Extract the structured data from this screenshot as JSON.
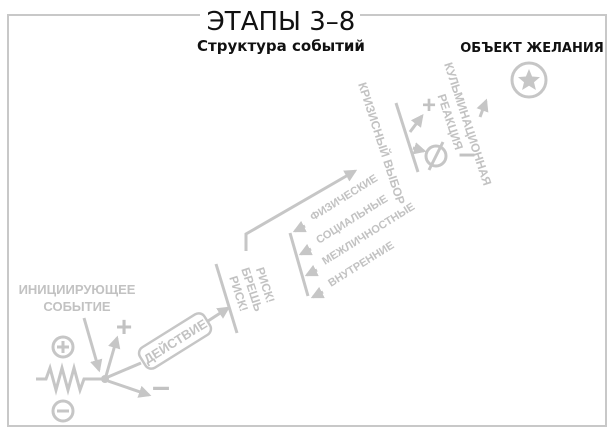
{
  "header": {
    "title": "ЭТАПЫ 3–8",
    "subtitle": "Структура событий"
  },
  "goal": {
    "label": "ОБЪЕКТ ЖЕЛАНИЯ",
    "icon": "star-in-circle-icon"
  },
  "inciting": {
    "line1": "ИНИЦИИРУЮЩЕЕ",
    "line2": "СОБЫТИЕ",
    "plus_icon": "plus-in-circle-icon",
    "minus_icon": "minus-in-circle-icon",
    "spring_icon": "spring-icon"
  },
  "action": {
    "label": "ДЕЙСТВИЕ",
    "plus": "+",
    "minus": "–"
  },
  "gap": {
    "line1": "РИСК!",
    "line2": "БРЕШЬ",
    "line3": "РИСК!"
  },
  "conflicts": [
    "ФИЗИЧЕСКИЕ",
    "СОЦИАЛЬНЫЕ",
    "МЕЖЛИЧНОСТНЫЕ",
    "ВНУТРЕННИЕ"
  ],
  "crisis": {
    "label": "КРИЗИСНЫЙ ВЫБОР",
    "plus": "+",
    "null_icon": "null-set-icon"
  },
  "climax": {
    "line1": "КУЛЬМИНАЦИОННАЯ",
    "line2": "РЕАКЦИЯ",
    "minus": "–"
  },
  "colors": {
    "diagram_gray": "#c6c6c6",
    "text_dark": "#111111",
    "background": "#ffffff"
  }
}
